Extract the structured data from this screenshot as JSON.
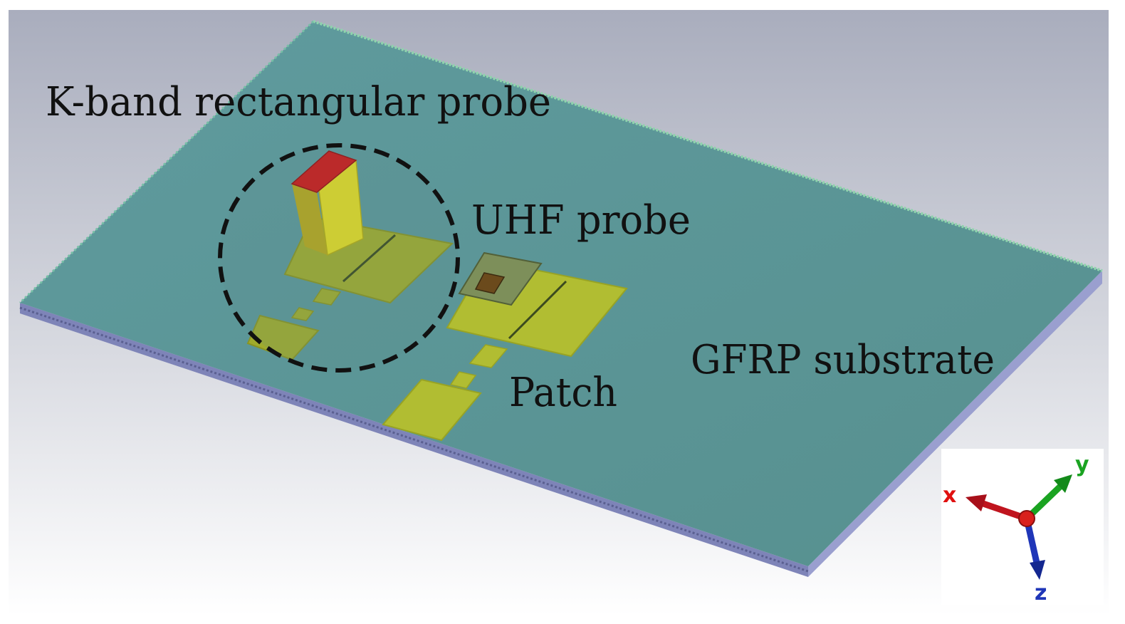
{
  "labels": {
    "k_band_probe": "K-band rectangular probe",
    "uhf_probe": "UHF probe",
    "patch": "Patch",
    "substrate": "GFRP substrate"
  },
  "axes": {
    "x": "x",
    "y": "y",
    "z": "z"
  },
  "colors": {
    "substrate_top": "#5b9699",
    "substrate_side": "#8a8fc4",
    "copper": "#a4b22c",
    "probe_face": "#e6dc22",
    "probe_top": "#d01515",
    "axis_x": "#c0141e",
    "axis_y": "#1aa321",
    "axis_z": "#1f36b8"
  }
}
